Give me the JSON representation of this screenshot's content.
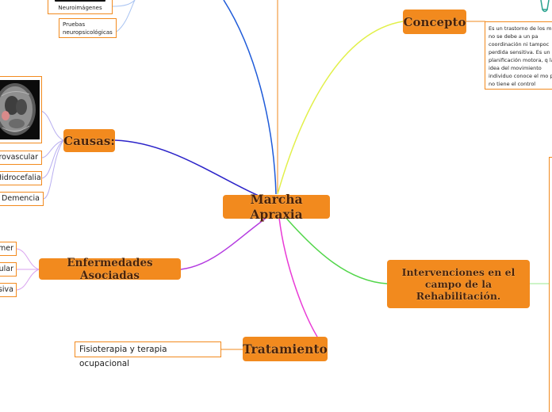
{
  "central": "Marcha Apraxia",
  "topics": {
    "concepto": "Concepto",
    "causas": "Causas:",
    "enfermedades": "Enfermedades Asociadas",
    "intervenciones": "Intervenciones en el campo de la Rehabilitación.",
    "tratamiento": "Tratamiento"
  },
  "concepto_text": "Es un trastorno de los m que no se debe a un pa coordinación ni tampoc perdida sensitiva. Es un planificación motora, q la idea del movimiento individuo conoce el mo pero no tiene el control",
  "causas_items": [
    "rovascular",
    "Hidrocefalia",
    "Demencia"
  ],
  "enfermedades_items": [
    "mer",
    "ular",
    "siva"
  ],
  "tratamiento_item": "Fisioterapia y terapia ocupacional",
  "top_items": {
    "neuroimagenes": "Neuroimágenes",
    "pruebas": "Pruebas neuropsicológicas"
  },
  "colors": {
    "topic_fill": "#f28a1e",
    "link_blue": "#1f5bd9",
    "link_yellow": "#e2f04a",
    "link_navy": "#2b23c9",
    "link_purple": "#b43be0",
    "link_green": "#52d64a",
    "link_magenta": "#e93bd6"
  }
}
